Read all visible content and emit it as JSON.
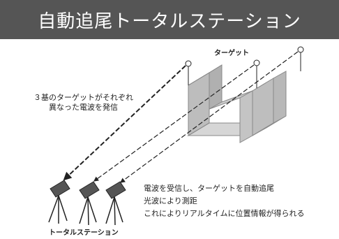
{
  "title": "自動追尾トータルステーション",
  "labels": {
    "targets": "ターゲット",
    "note_line1": "３基のターゲットがそれぞれ",
    "note_line2": "異なった電波を発信",
    "desc_line1": "電波を受信し、ターゲットを自動追尾",
    "desc_line2": "光波により測距",
    "desc_line3": "これによりリアルタイムに位置情報が得られる",
    "station": "トータルステーション"
  },
  "colors": {
    "title_bg": "#555555",
    "title_text": "#ffffff",
    "structure_fill": "#c8c8c8",
    "structure_stroke": "#888888",
    "line": "#222222"
  }
}
